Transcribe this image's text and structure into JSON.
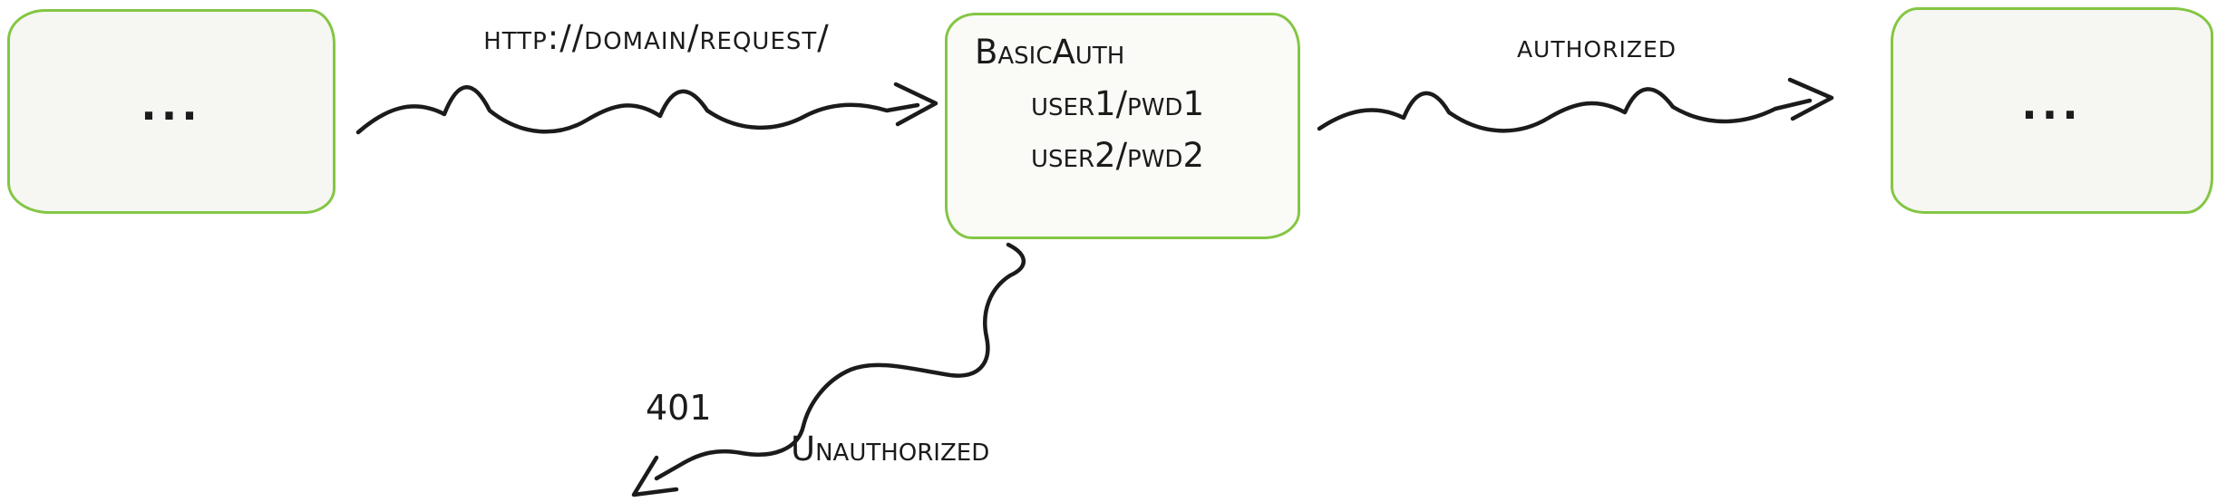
{
  "diagram": {
    "nodes": [
      {
        "id": "client",
        "label": "..."
      },
      {
        "id": "basic-auth",
        "title": "BasicAuth",
        "lines": [
          "user1/pwd1",
          "user2/pwd2"
        ]
      },
      {
        "id": "server",
        "label": "..."
      }
    ],
    "edges": [
      {
        "id": "request",
        "label": "http://domain/request/"
      },
      {
        "id": "authorized",
        "label": "authorized"
      },
      {
        "id": "unauthorized",
        "code": "401",
        "label": "Unauthorized"
      }
    ],
    "colors": {
      "box_border": "#84c643",
      "box_fill": "#f6f6f3",
      "stroke": "#1b1b1b",
      "background": "#ffffff"
    }
  }
}
